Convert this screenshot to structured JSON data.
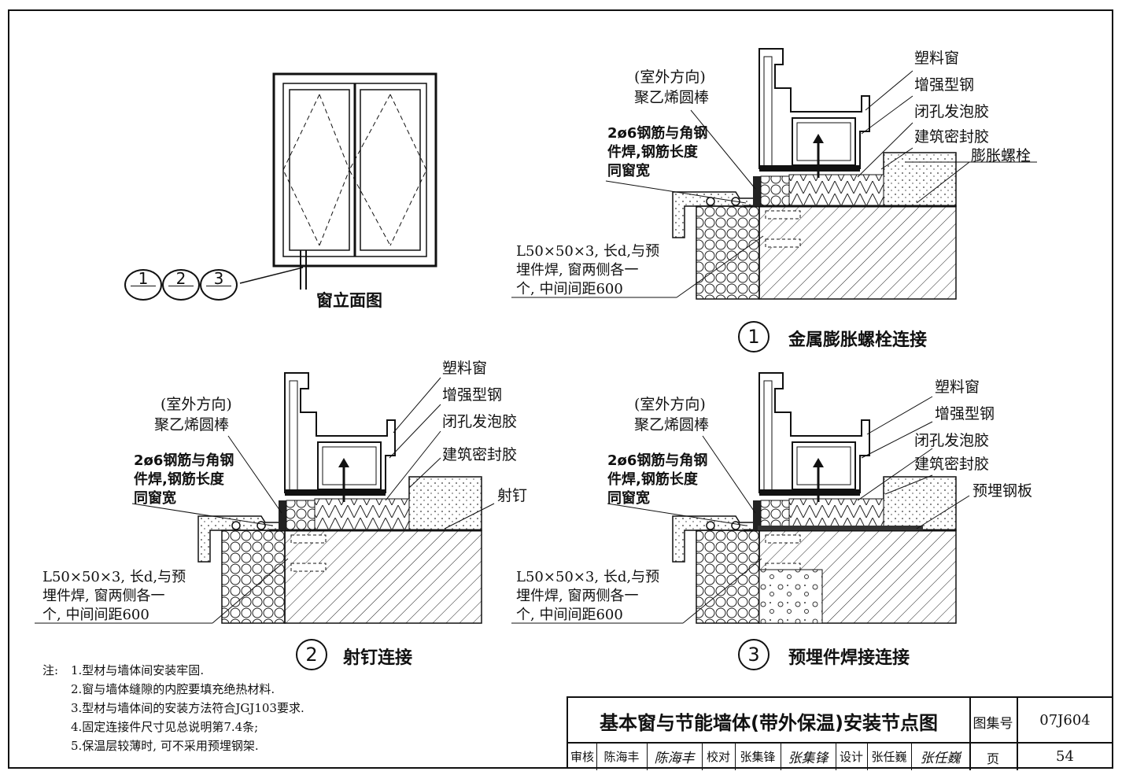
{
  "elevation": {
    "title": "窗立面图",
    "markers": [
      "1",
      "2",
      "3"
    ]
  },
  "details": [
    {
      "number": "1",
      "caption": "金属膨胀螺栓连接",
      "left_labels": {
        "outdoor": "(室外方向)",
        "pe_rod": "聚乙烯圆棒",
        "rebar": "2ø6钢筋与角钢\n件焊,钢筋长度\n同窗宽",
        "angle": "L50×50×3, 长d,与预\n埋件焊, 窗两侧各一\n个, 中间间距600"
      },
      "right_labels": [
        "塑料窗",
        "增强型钢",
        "闭孔发泡胶",
        "建筑密封胶",
        "膨胀螺栓"
      ]
    },
    {
      "number": "2",
      "caption": "射钉连接",
      "left_labels": {
        "outdoor": "(室外方向)",
        "pe_rod": "聚乙烯圆棒",
        "rebar": "2ø6钢筋与角钢\n件焊,钢筋长度\n同窗宽",
        "angle": "L50×50×3, 长d,与预\n埋件焊, 窗两侧各一\n个, 中间间距600"
      },
      "right_labels": [
        "塑料窗",
        "增强型钢",
        "闭孔发泡胶",
        "建筑密封胶",
        "射钉"
      ]
    },
    {
      "number": "3",
      "caption": "预埋件焊接连接",
      "left_labels": {
        "outdoor": "(室外方向)",
        "pe_rod": "聚乙烯圆棒",
        "rebar": "2ø6钢筋与角钢\n件焊,钢筋长度\n同窗宽",
        "angle": "L50×50×3, 长d,与预\n埋件焊, 窗两侧各一\n个, 中间间距600"
      },
      "right_labels": [
        "塑料窗",
        "增强型钢",
        "闭孔发泡胶",
        "建筑密封胶",
        "预埋钢板"
      ]
    }
  ],
  "notes": {
    "heading": "注:",
    "items": [
      "1.型材与墙体间安装牢固.",
      "2.窗与墙体缝隙的内腔要填充绝热材料.",
      "3.型材与墙体间的安装方法符合JGJ103要求.",
      "4.固定连接件尺寸见总说明第7.4条;",
      "5.保温层较薄时, 可不采用预埋钢架."
    ]
  },
  "title_block": {
    "title": "基本窗与节能墙体(带外保温)安装节点图",
    "atlas_label": "图集号",
    "atlas_no": "07J604",
    "page_label": "页",
    "page_no": "54",
    "review_label": "审核",
    "reviewer": "陈海丰",
    "reviewer_sig": "陈海丰",
    "check_label": "校对",
    "checker": "张集锋",
    "checker_sig": "张集锋",
    "design_label": "设计",
    "designer": "张任巍",
    "designer_sig": "张任巍"
  }
}
